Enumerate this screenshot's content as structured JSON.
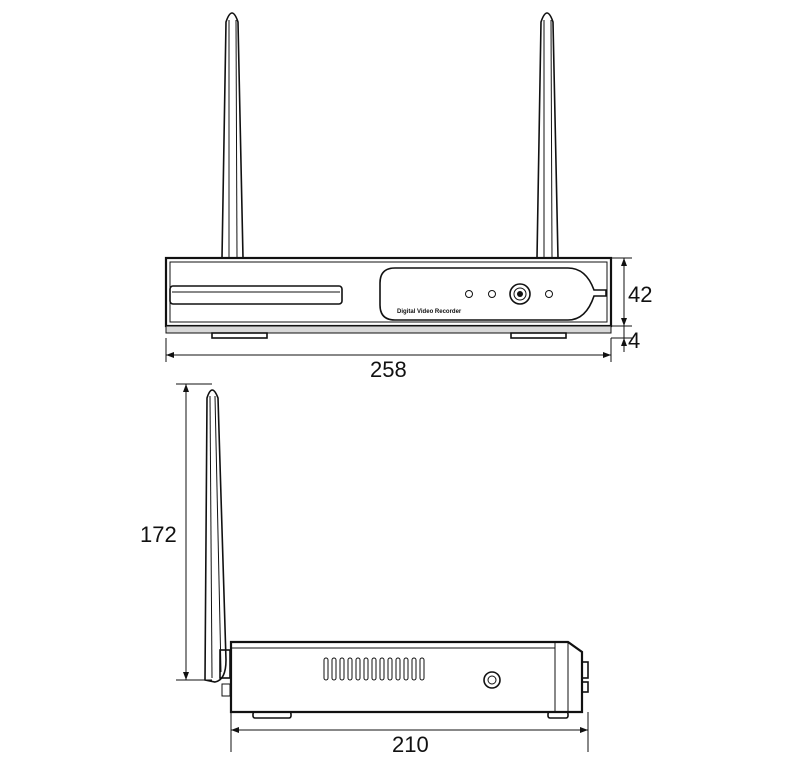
{
  "front_view": {
    "width_dim": "258",
    "height_dim": "42",
    "feet_dim": "4",
    "panel_label": "Digital Video Recorder"
  },
  "side_view": {
    "height_dim": "172",
    "depth_dim": "210"
  }
}
